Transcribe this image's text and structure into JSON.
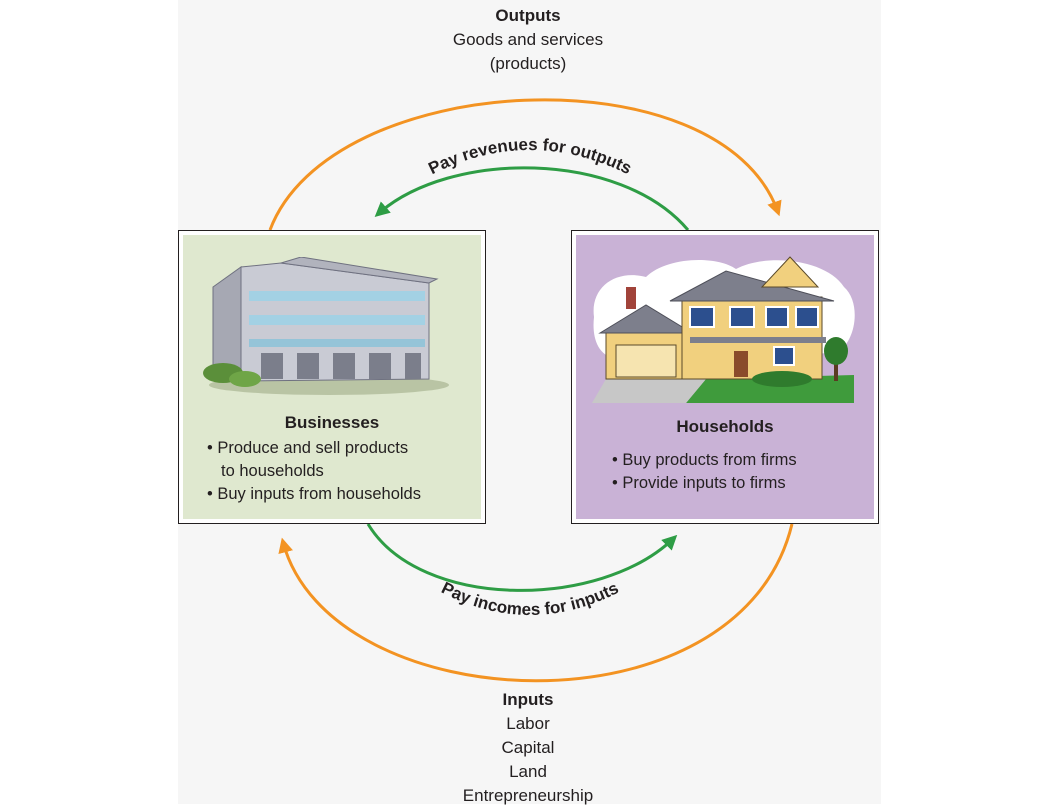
{
  "outputs": {
    "heading": "Outputs",
    "lines": [
      "Goods and services",
      "(products)"
    ]
  },
  "inputs": {
    "heading": "Inputs",
    "lines": [
      "Labor",
      "Capital",
      "Land",
      "Entrepreneurship"
    ]
  },
  "flows": {
    "top": "Pay revenues for outputs",
    "bottom": "Pay incomes for inputs"
  },
  "businesses": {
    "title": "Businesses",
    "items": [
      "• Produce and sell products",
      "to households",
      "• Buy inputs from households"
    ]
  },
  "households": {
    "title": "Households",
    "items": [
      "• Buy products from firms",
      "• Provide inputs to firms"
    ]
  },
  "colors": {
    "orange_flow": "#f39322",
    "green_flow": "#2e9d45",
    "businesses_fill": "#dfe8cf",
    "households_fill": "#c9b2d6"
  }
}
